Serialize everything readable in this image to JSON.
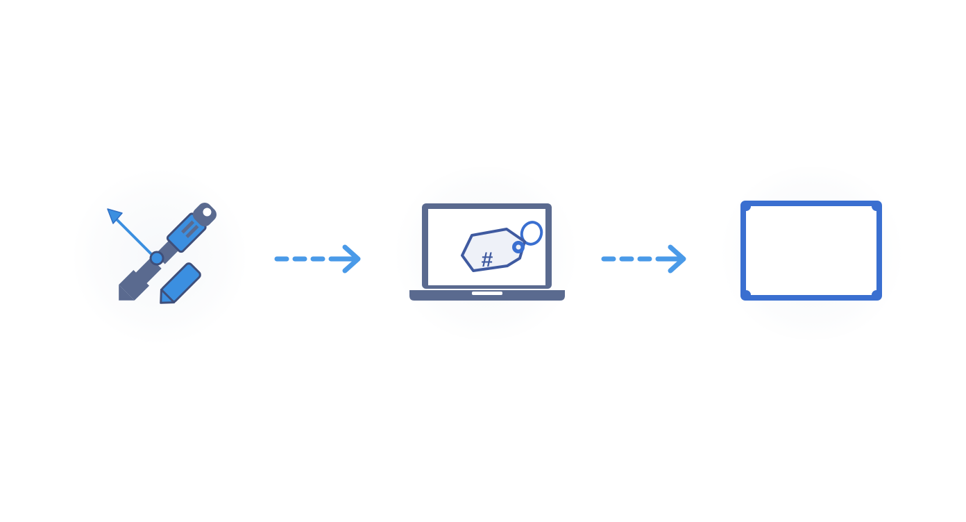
{
  "diagram": {
    "type": "flow",
    "direction": "left-to-right",
    "steps": [
      {
        "id": "tools",
        "icon": "crossed-screwdriver-wrench-icon",
        "label": "Tools"
      },
      {
        "id": "laptop-tag",
        "icon": "laptop-hashtag-tag-icon",
        "label": "Laptop with # tag",
        "tag_text": "#"
      },
      {
        "id": "frame",
        "icon": "empty-frame-icon",
        "label": "Empty frame"
      }
    ],
    "connectors": [
      {
        "from": "tools",
        "to": "laptop-tag",
        "style": "dashed-arrow"
      },
      {
        "from": "laptop-tag",
        "to": "frame",
        "style": "dashed-arrow"
      }
    ]
  },
  "colors": {
    "background": "#ffffff",
    "slate": "#5a6a8f",
    "slate_dark": "#3f4f7a",
    "accent_blue": "#3b8fe0",
    "arrow_blue": "#4a9ae8",
    "frame_blue": "#3a6fd0",
    "tag_fill": "#eef1f8"
  }
}
